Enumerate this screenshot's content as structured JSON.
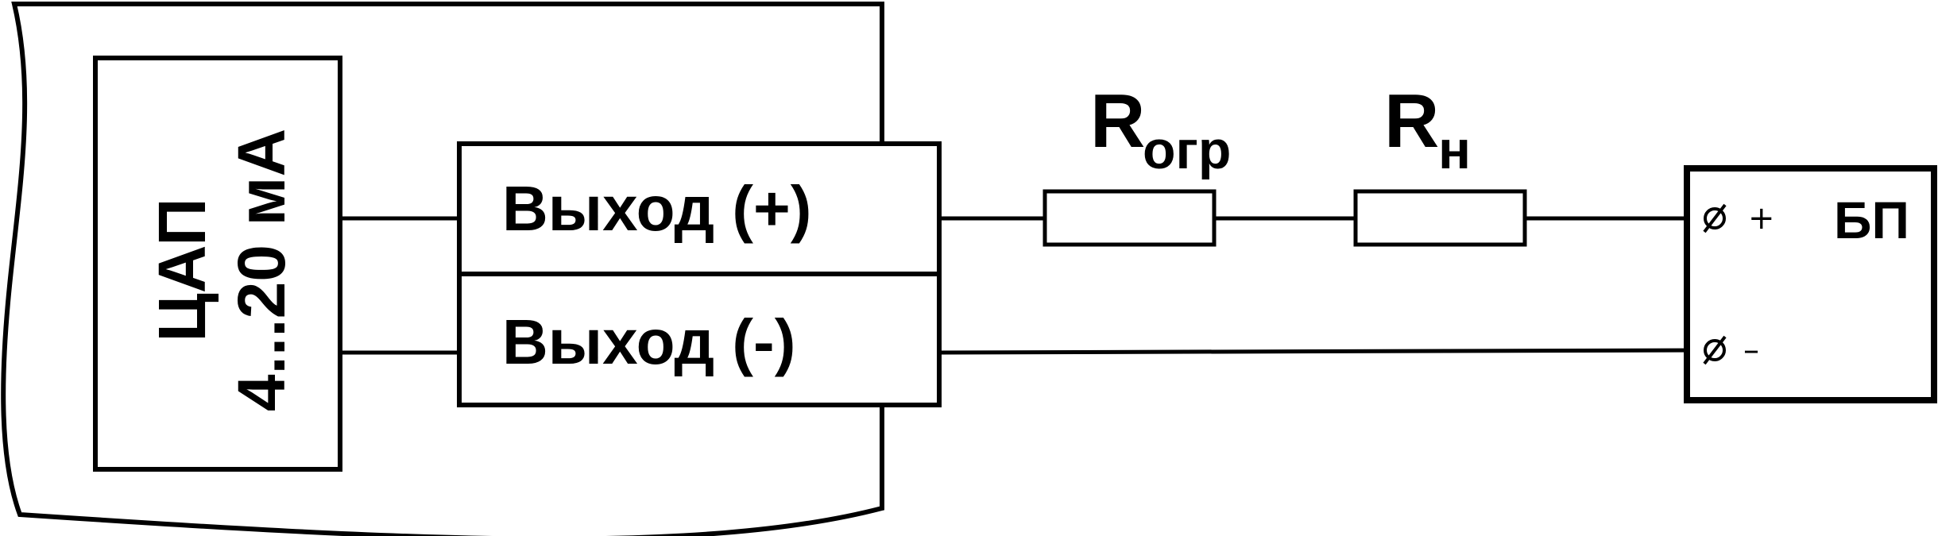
{
  "device": {
    "module_label": "ЦАП",
    "range_label": "4...20 мА"
  },
  "outputs": {
    "plus_label": "Выход (+)",
    "minus_label": "Выход (-)"
  },
  "resistors": {
    "limit": {
      "symbol": "R",
      "subscript": "огр"
    },
    "load": {
      "symbol": "R",
      "subscript": "н"
    }
  },
  "power_supply": {
    "label": "БП",
    "plus_sign": "+",
    "minus_sign": "–"
  },
  "colors": {
    "line": "#000000",
    "background": "#ffffff"
  }
}
